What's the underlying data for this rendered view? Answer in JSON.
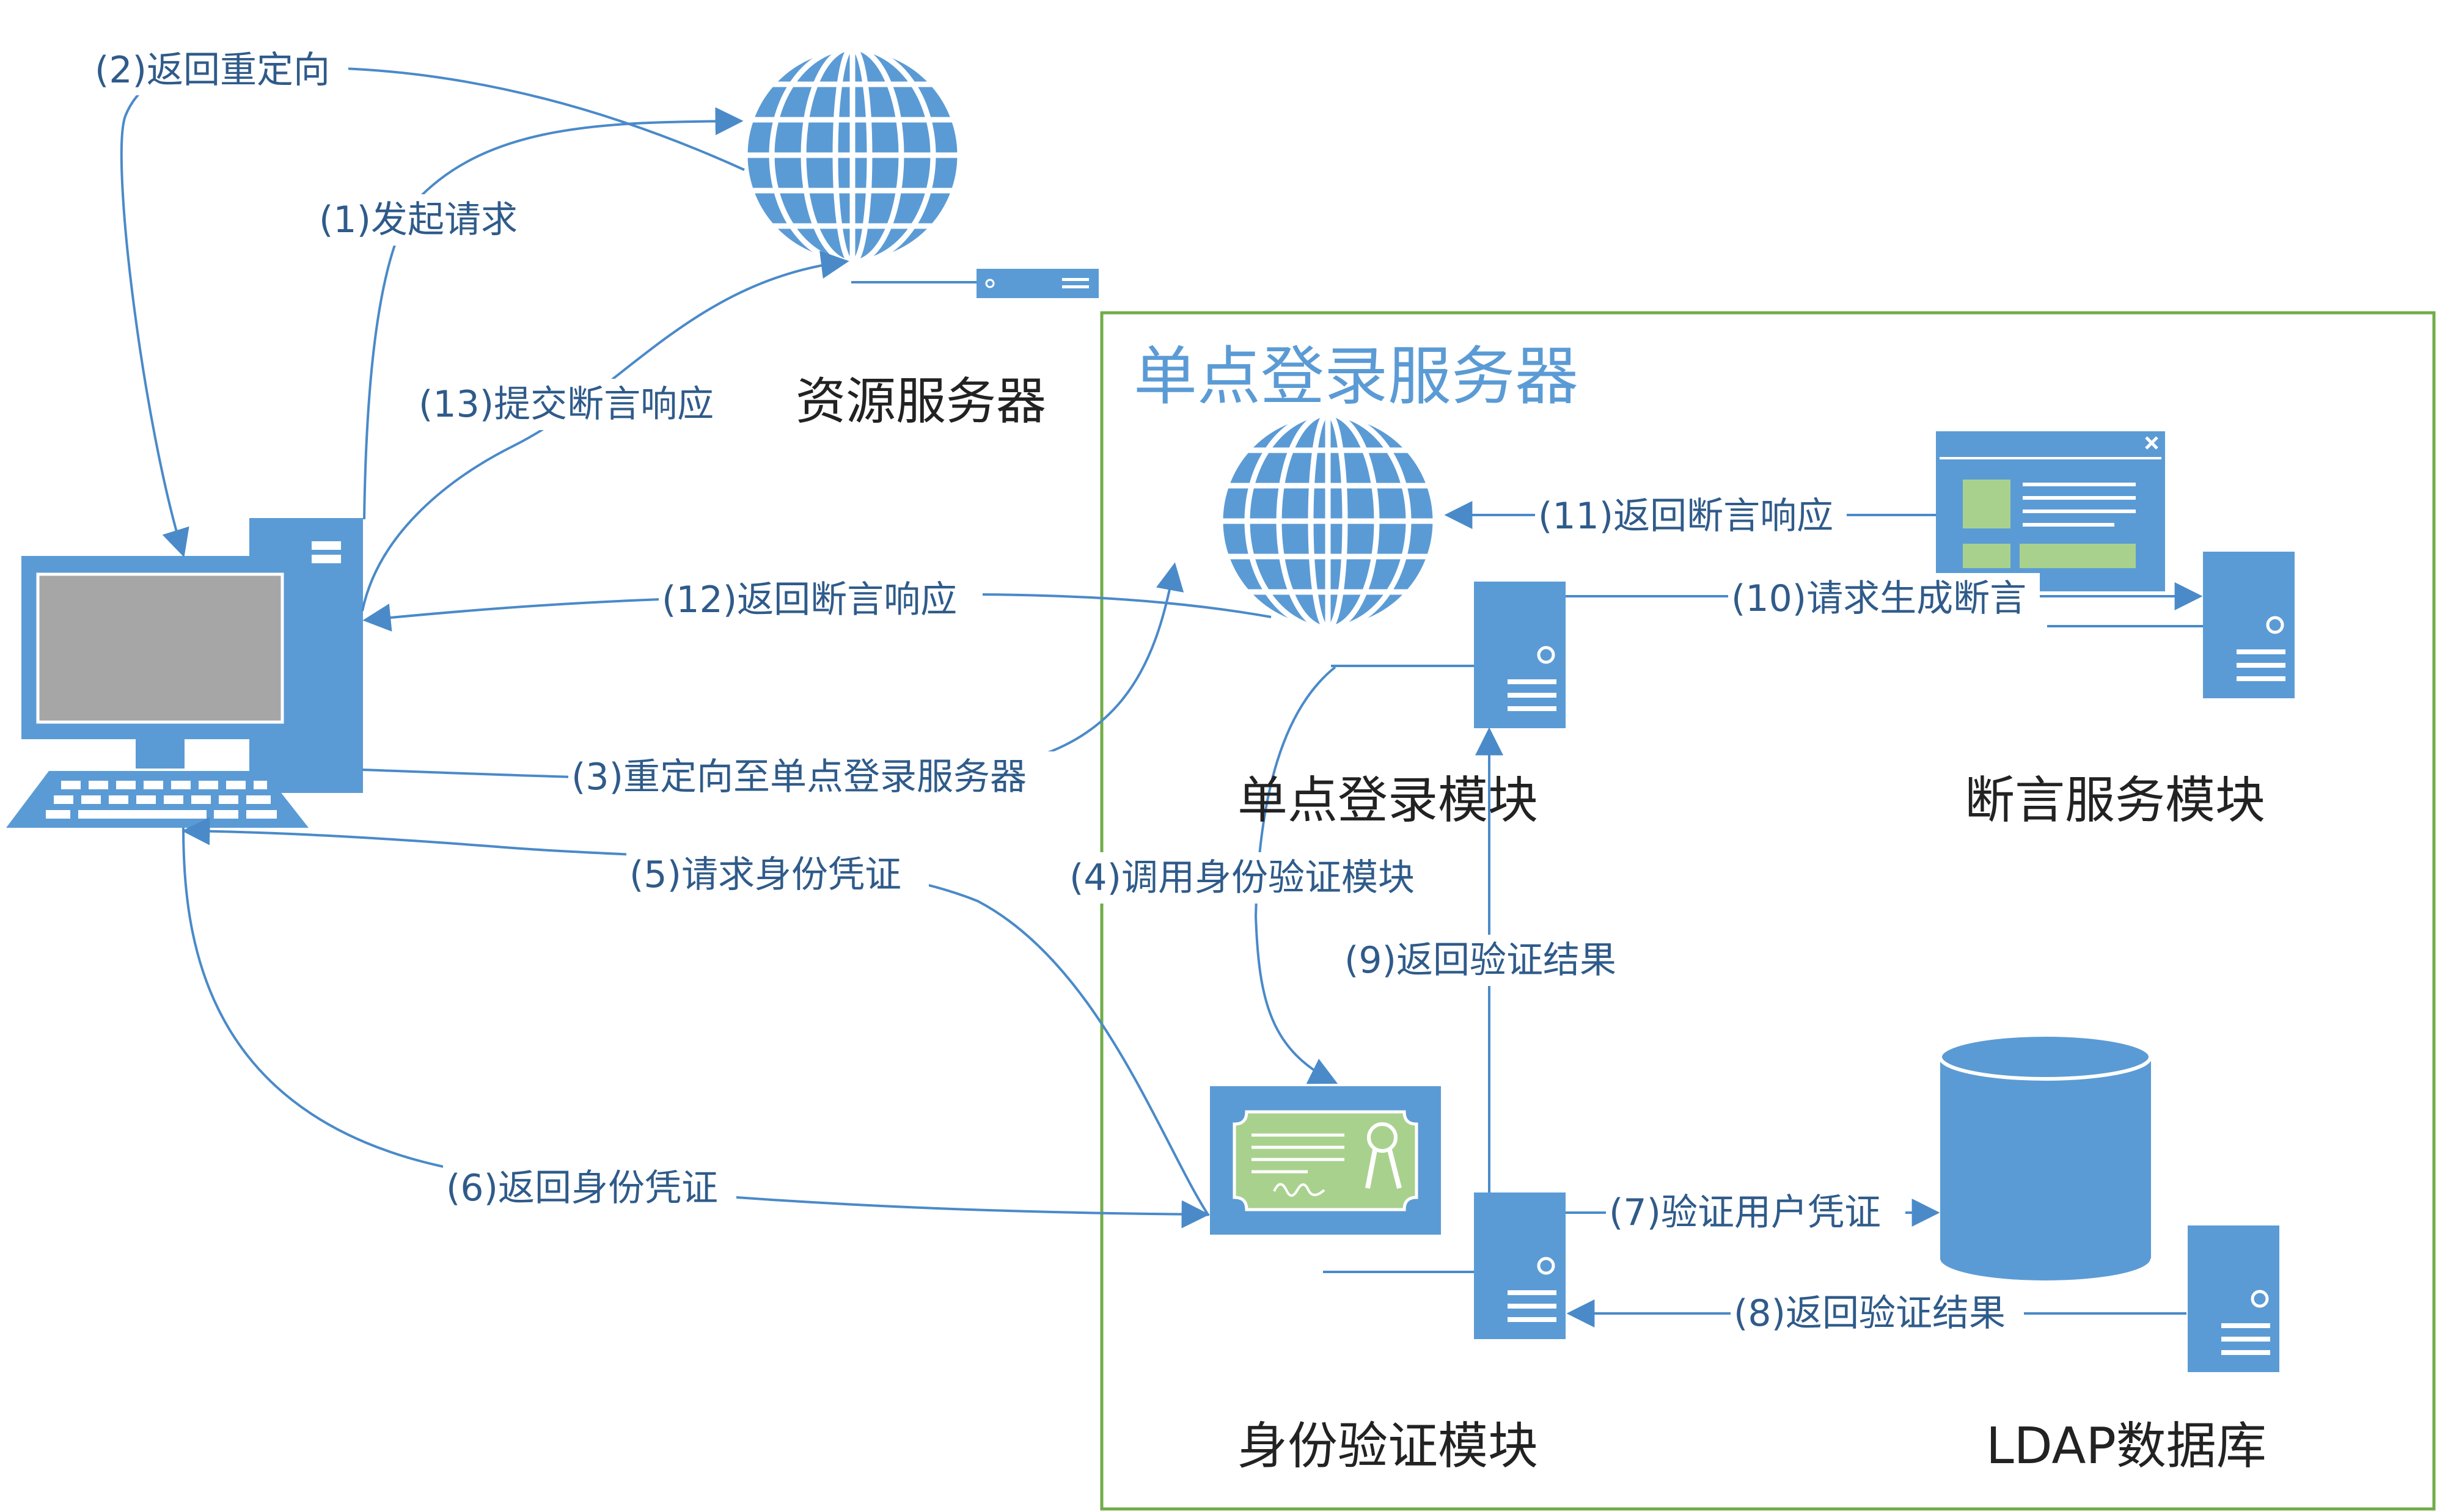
{
  "colors": {
    "icon_blue": "#5b9bd5",
    "line_blue": "#4a8ac9",
    "label_blue": "#2f5b8a",
    "box_green": "#70ad47",
    "cert_green": "#a9d18e",
    "screen_gray": "#a6a6a6"
  },
  "titles": {
    "resource_server": "资源服务器",
    "sso_server": "单点登录服务器",
    "sso_module": "单点登录模块",
    "assertion_module": "断言服务模块",
    "auth_module": "身份验证模块",
    "ldap_db": "LDAP数据库"
  },
  "icons": {
    "client": "desktop-computer-icon",
    "resource_globe": "globe-icon",
    "sso_globe": "globe-icon",
    "server": "server-tower-icon",
    "database": "database-cylinder-icon",
    "certificate": "certificate-icon",
    "window": "application-window-icon"
  },
  "steps": [
    {
      "id": "s1",
      "label": "(1)发起请求"
    },
    {
      "id": "s2",
      "label": "(2)返回重定向"
    },
    {
      "id": "s3",
      "label": "(3)重定向至单点登录服务器"
    },
    {
      "id": "s4",
      "label": "(4)调用身份验证模块"
    },
    {
      "id": "s5",
      "label": "(5)请求身份凭证"
    },
    {
      "id": "s6",
      "label": "(6)返回身份凭证"
    },
    {
      "id": "s7",
      "label": "(7)验证用户凭证"
    },
    {
      "id": "s8",
      "label": "(8)返回验证结果"
    },
    {
      "id": "s9",
      "label": "(9)返回验证结果"
    },
    {
      "id": "s10",
      "label": "(10)请求生成断言"
    },
    {
      "id": "s11",
      "label": "(11)返回断言响应"
    },
    {
      "id": "s12",
      "label": "(12)返回断言响应"
    },
    {
      "id": "s13",
      "label": "(13)提交断言响应"
    }
  ]
}
